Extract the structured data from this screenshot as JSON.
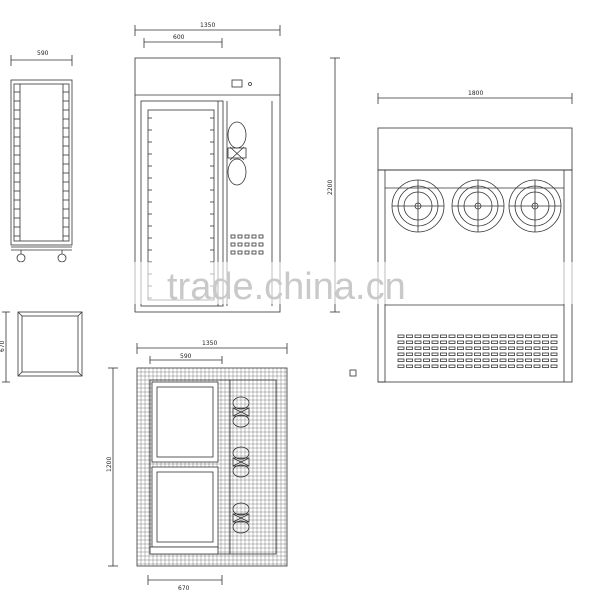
{
  "cart_view": {
    "width_label": "590",
    "base_label": "670"
  },
  "front_view": {
    "width_label": "1350",
    "inner_label": "600",
    "height_label": "2200"
  },
  "side_view": {
    "width_label": "1800"
  },
  "plan_view": {
    "width_label": "1350",
    "inner_label": "590",
    "depth_label": "1200",
    "bottom_label": "670"
  },
  "watermark": {
    "text": "trade.china.cn"
  },
  "colors": {
    "line": "#333333",
    "watermark": "#c9c9c9"
  }
}
